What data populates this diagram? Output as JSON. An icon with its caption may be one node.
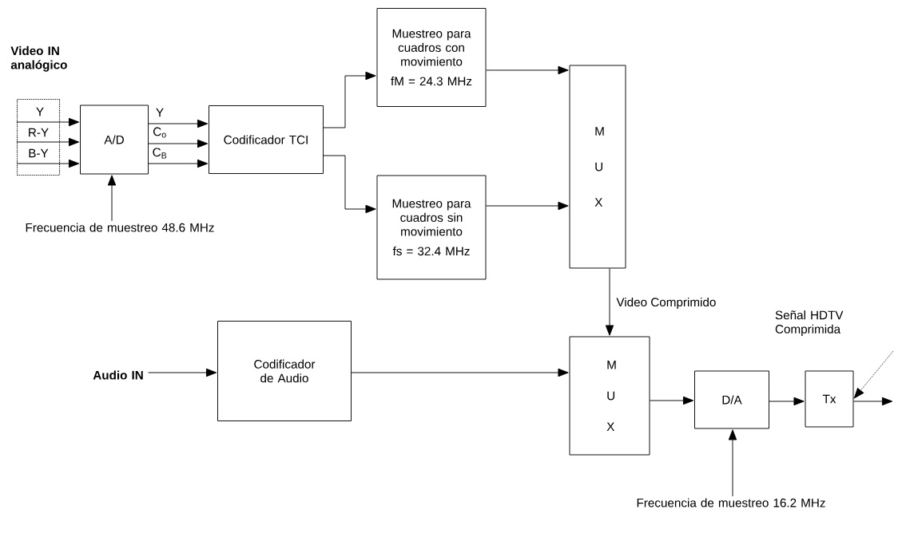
{
  "diagram": {
    "nodes": [
      {
        "text": [
          "Video IN analógico"
        ]
      },
      {
        "text": [
          "A/D"
        ]
      },
      {
        "text": [
          "Codificador TCI"
        ]
      },
      {
        "text": [
          "Muestreo para cuadros con movimiento",
          "fM = 24.3 MHz"
        ]
      },
      {
        "text": [
          "Muestreo para cuadros sin movimiento",
          "fs = 32.4 MHz"
        ]
      },
      {
        "text": [
          "M U X"
        ]
      },
      {
        "text": [
          "Frecuencia de muestreo 48.6 MHz"
        ]
      },
      {
        "text": [
          "Audio IN"
        ]
      },
      {
        "text": [
          "Codificador de Audio"
        ]
      },
      {
        "text": [
          "M U X"
        ]
      },
      {
        "text": [
          "D/A"
        ]
      },
      {
        "text": [
          "Tx"
        ]
      },
      {
        "text": [
          "Frecuencia de muestreo 16.2 MHz"
        ]
      },
      {
        "text": [
          "Señal HDTV Comprimida"
        ]
      }
    ],
    "edges": [
      {
        "from": 0,
        "to": 1,
        "arrow": "to",
        "label": "Y"
      },
      {
        "from": 0,
        "to": 1,
        "arrow": "to",
        "label": "R-Y"
      },
      {
        "from": 0,
        "to": 1,
        "arrow": "to",
        "label": "B-Y"
      },
      {
        "from": 1,
        "to": 2,
        "arrow": "to",
        "label": "Y"
      },
      {
        "from": 1,
        "to": 2,
        "arrow": "to",
        "label": "C$_{o}$"
      },
      {
        "from": 1,
        "to": 2,
        "arrow": "to",
        "label": "C$_{B}$"
      },
      {
        "from": 2,
        "to": 3,
        "arrow": "to"
      },
      {
        "from": 2,
        "to": 4,
        "arrow": "to"
      },
      {
        "from": 3,
        "to": 5,
        "arrow": "to"
      },
      {
        "from": 4,
        "to": 5,
        "arrow": "to"
      },
      {
        "from": 6,
        "to": 1,
        "arrow": "to"
      },
      {
        "from": 5,
        "to": 9,
        "arrow": "to",
        "label": "Video Comprimido"
      },
      {
        "from": 7,
        "to": 8,
        "arrow": "to"
      },
      {
        "from": 8,
        "to": 9,
        "arrow": "to"
      },
      {
        "from": 9,
        "to": 10,
        "arrow": "to"
      },
      {
        "from": 10,
        "to": 11,
        "arrow": "to"
      },
      {
        "from": 11,
        "to": null,
        "arrow": "to"
      },
      {
        "from": 12,
        "to": 10,
        "arrow": "to"
      },
      {
        "from": 13,
        "to": 11,
        "arrow": "to",
        "style": "dashed"
      }
    ]
  }
}
